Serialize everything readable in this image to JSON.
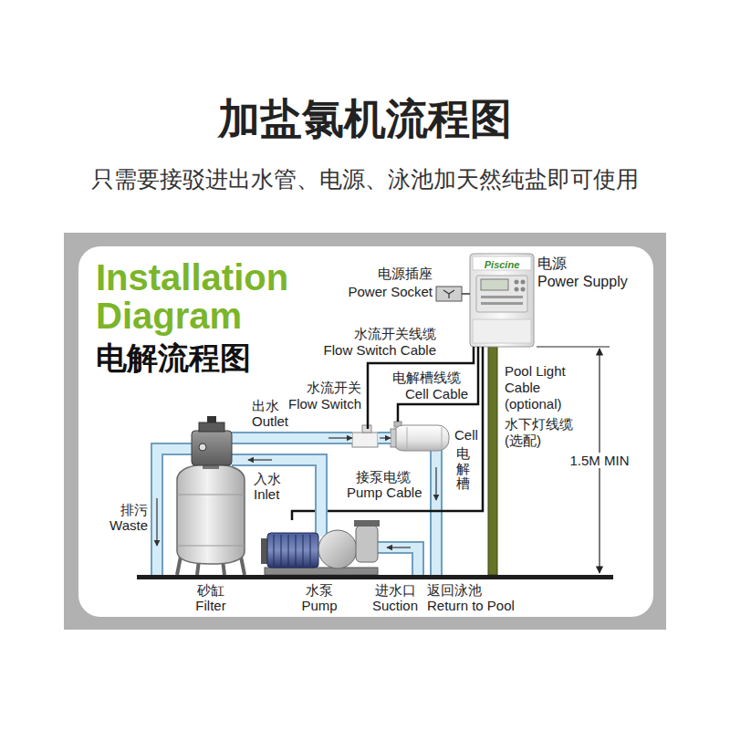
{
  "diagram": {
    "title": "加盐氯机流程图",
    "caption": "只需要接驳进出水管、电源、泳池加天然纯盐即可使用",
    "nodes": [
      {
        "text": [
          "电源",
          "Power Supply",
          "Piscine"
        ]
      },
      {
        "text": [
          "电源插座",
          "Power Socket"
        ]
      },
      {
        "text": [
          "水流开关",
          "Flow Switch"
        ]
      },
      {
        "text": [
          "Cell",
          "电解槽"
        ]
      },
      {
        "text": [
          "砂缸",
          "Filter"
        ]
      },
      {
        "text": [
          "水泵",
          "Pump"
        ]
      }
    ],
    "edges": [
      {
        "from": 1,
        "to": 0,
        "arrow": "none"
      },
      {
        "from": 0,
        "to": 2,
        "arrow": "none"
      },
      {
        "from": 0,
        "to": 3,
        "arrow": "none"
      },
      {
        "from": 0,
        "to": 5,
        "arrow": "none"
      },
      {
        "from": 5,
        "to": 4,
        "arrow": "to"
      },
      {
        "from": 4,
        "to": 2,
        "arrow": "to"
      },
      {
        "from": 2,
        "to": 3,
        "arrow": "to"
      }
    ],
    "labels": [
      "Installation Diagram",
      "电解流程图",
      "水流开关线缆",
      "Flow Switch Cable",
      "电解槽线缆",
      "Cell Cable",
      "接泵电缆",
      "Pump Cable",
      "Pool Light Cable (optional)",
      "水下灯线缆 (选配)",
      "1.5M MIN",
      "出水",
      "Outlet",
      "入水",
      "Inlet",
      "排污",
      "Waste",
      "进水口",
      "Suction",
      "返回泳池",
      "Return to Pool"
    ]
  }
}
